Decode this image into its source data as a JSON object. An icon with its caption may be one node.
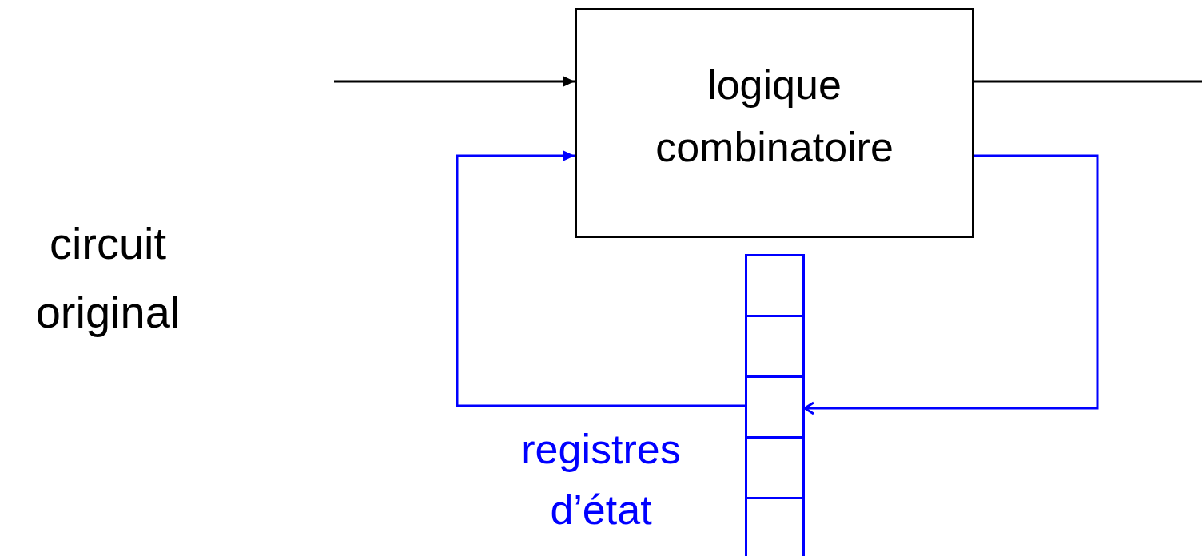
{
  "diagram": {
    "nodes": [
      {
        "text": [
          "logique combinatoire"
        ]
      },
      {
        "text": [],
        "shape": "bar",
        "beside": [
          "registres d’état"
        ]
      }
    ],
    "edges": [
      {
        "from": null,
        "to": 0,
        "arrow": "to"
      },
      {
        "from": 0,
        "to": null,
        "arrow": "none"
      },
      {
        "from": 0,
        "to": 1,
        "arrow": "to",
        "color": "#0000ff"
      },
      {
        "from": 1,
        "to": 0,
        "arrow": "to",
        "color": "#0000ff"
      }
    ],
    "labels": [
      "circuit original"
    ]
  }
}
